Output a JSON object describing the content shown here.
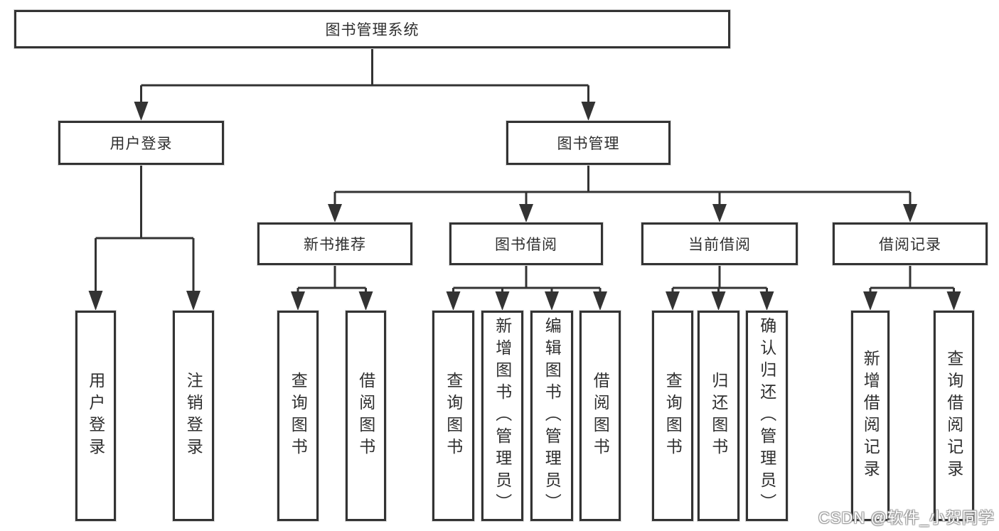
{
  "diagram": {
    "root": {
      "label": "图书管理系统"
    },
    "branches": {
      "user_login": {
        "label": "用户登录"
      },
      "book_management": {
        "label": "图书管理"
      }
    },
    "modules": {
      "new_book": {
        "label": "新书推荐"
      },
      "book_borrow": {
        "label": "图书借阅"
      },
      "current_borrow": {
        "label": "当前借阅"
      },
      "borrow_record": {
        "label": "借阅记录"
      }
    },
    "leaves": {
      "user_login": [
        "用户登录",
        "注销登录"
      ],
      "new_book": [
        "查询图书",
        "借阅图书"
      ],
      "book_borrow": [
        "查询图书",
        "新增图书（管理员）",
        "编辑图书（管理员）",
        "借阅图书"
      ],
      "current_borrow": [
        "查询图书",
        "归还图书",
        "确认归还（管理员）"
      ],
      "borrow_record": [
        "新增借阅记录",
        "查询借阅记录"
      ]
    }
  },
  "watermark": {
    "text": "CSDN @软件_小贺同学"
  },
  "colors": {
    "line": "#333333",
    "box_border": "#333333",
    "text": "#2f2f2f",
    "background": "#ffffff",
    "watermark_fill": "#ffffff",
    "watermark_shadow": "#9a9a9a"
  }
}
